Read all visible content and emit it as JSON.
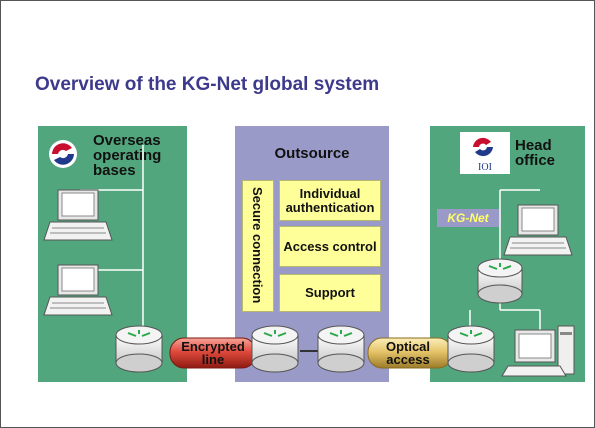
{
  "title": "Overview of the KG-Net global system",
  "panels": {
    "overseas": {
      "title_lines": [
        "Overseas",
        "operating",
        "bases"
      ]
    },
    "outsource": {
      "title": "Outsource",
      "secure_connection": "Secure connection",
      "boxes": [
        "Individual authentication",
        "Access control",
        "Support"
      ]
    },
    "head_office": {
      "title_lines": [
        "Head",
        "office"
      ],
      "kgnet_tag": "KG-Net",
      "logo_text": "IOI"
    }
  },
  "links": {
    "encrypted": [
      "Encrypted",
      "line"
    ],
    "optical": [
      "Optical",
      "access"
    ]
  },
  "colors": {
    "panel_green": "#52a67d",
    "panel_purple": "#9a9ac8",
    "box_yellow": "#ffff99",
    "title_blue": "#3d3a8c",
    "encrypted_pipe": "#e04a3c",
    "optical_pipe": "#e6c56a"
  }
}
